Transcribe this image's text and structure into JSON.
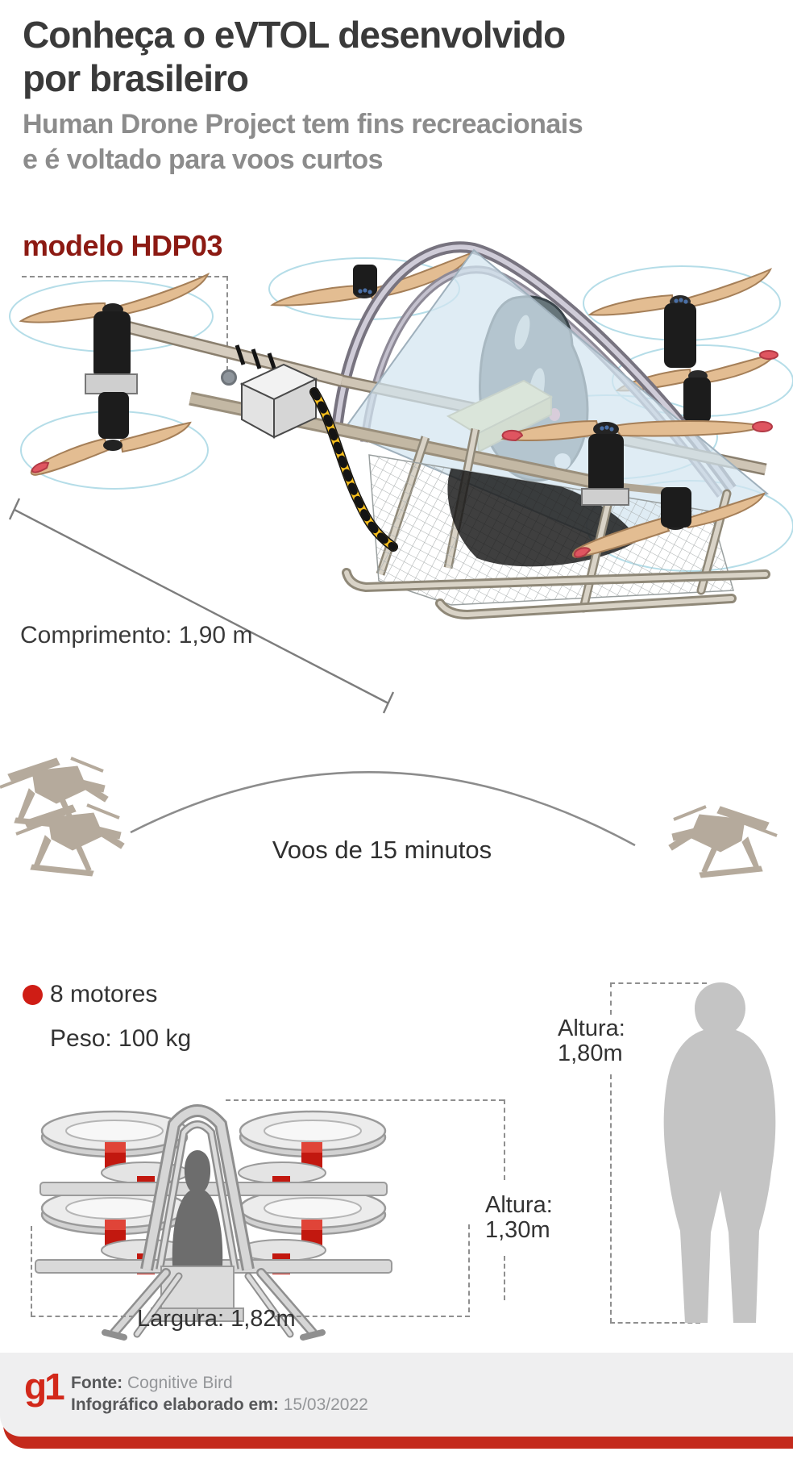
{
  "header": {
    "title_line1": "Conheça o eVTOL desenvolvido",
    "title_line2": "por brasileiro",
    "subtitle_line1": "Human Drone Project tem fins recreacionais",
    "subtitle_line2": "e é voltado para voos curtos"
  },
  "model_label": "modelo HDP03",
  "specs": {
    "length": "Comprimento: 1,90 m",
    "flight_time": "Voos de 15 minutos",
    "motors": "8 motores",
    "weight": "Peso: 100 kg",
    "width": "Largura: 1,82m",
    "drone_height_label": "Altura:",
    "drone_height_value": "1,30m",
    "person_height_label": "Altura:",
    "person_height_value": "1,80m"
  },
  "footer": {
    "logo": "g1",
    "source_label": "Fonte:",
    "source_value": "Cognitive Bird",
    "date_label": "Infográfico elaborado em:",
    "date_value": "15/03/2022"
  },
  "colors": {
    "model_red": "#8c1a13",
    "bullet_red": "#cf1d15",
    "footer_red": "#c42a1c",
    "title_gray": "#3a3a3a",
    "subtitle_gray": "#8c8c8c",
    "footer_bg": "#efeff0",
    "silhouette_tan": "#b5aa9c",
    "person_gray": "#c4c4c4",
    "rotor_aura_blue": "#b5dde8",
    "propeller_tan": "#e3bd92",
    "prop_tip_red": "#df5560"
  }
}
